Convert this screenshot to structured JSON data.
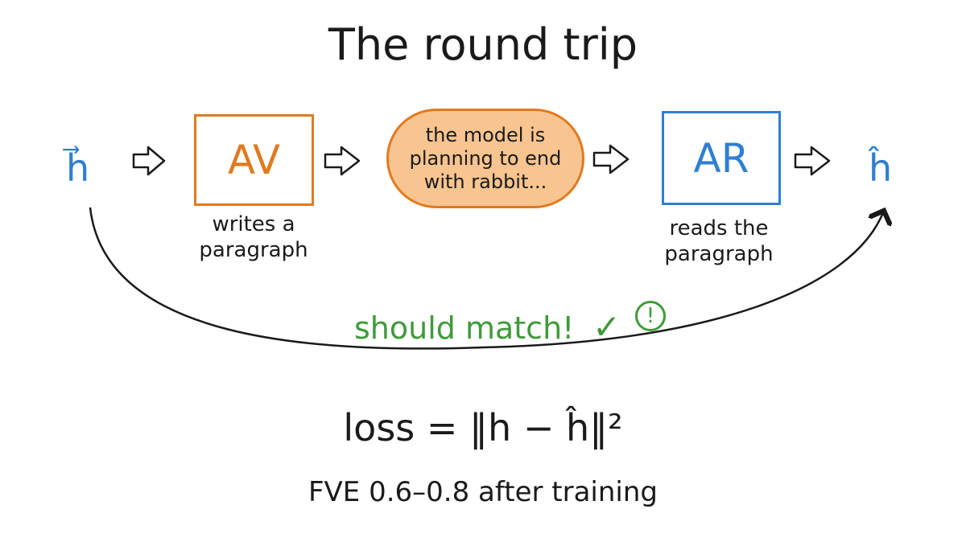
{
  "title": "The round trip",
  "input_vector": "h⃗",
  "output_vector": "ĥ",
  "encoder": {
    "label": "AV",
    "caption": "writes a\nparagraph"
  },
  "thought": "the model is\nplanning to end\nwith rabbit...",
  "decoder": {
    "label": "AR",
    "caption": "reads the\nparagraph"
  },
  "match_text": "should match!",
  "check_icon": "✓",
  "exclaim_icon": "!",
  "loss_formula": "loss = ‖h − ĥ‖²",
  "fve_note": "FVE 0.6–0.8 after training",
  "colors": {
    "encoder": "#e07a1f",
    "encoder_fill": "#f8c48f",
    "decoder": "#2f7fd0",
    "match": "#3f9a3a",
    "ink": "#1a1a1a"
  }
}
